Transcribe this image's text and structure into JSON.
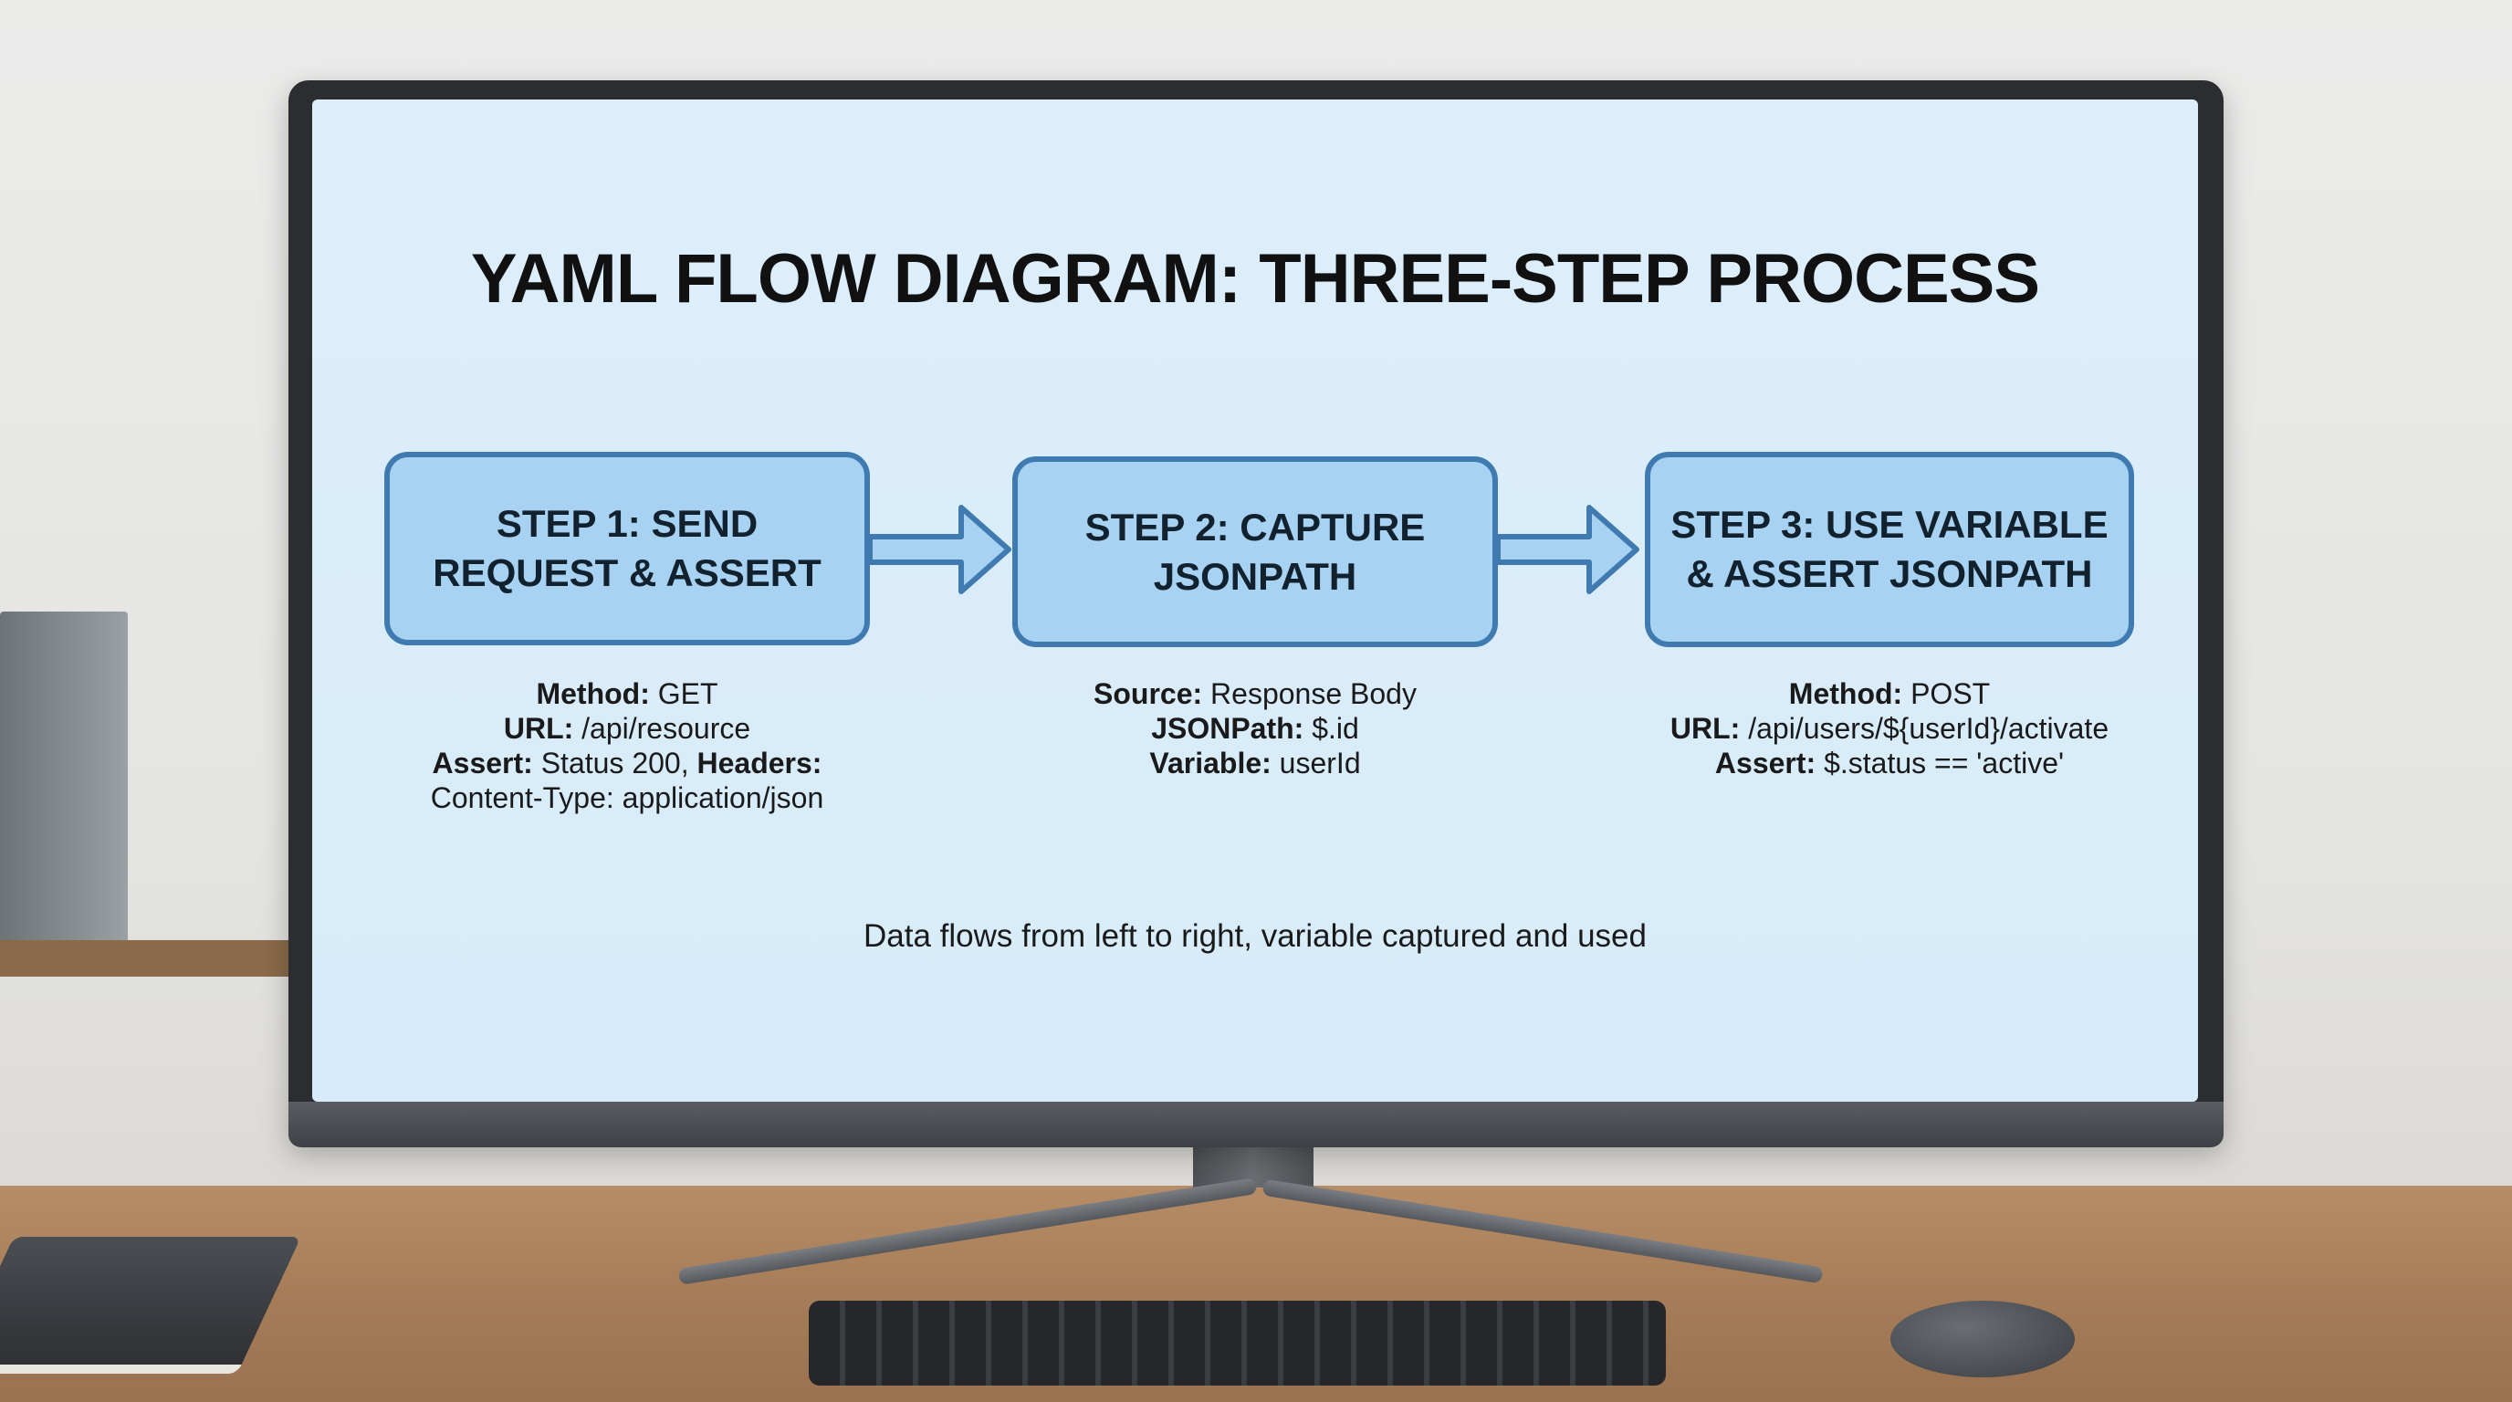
{
  "title": "YAML FLOW DIAGRAM: THREE-STEP PROCESS",
  "steps": [
    {
      "label_line1": "STEP 1: SEND",
      "label_line2": "REQUEST & ASSERT",
      "details": [
        {
          "key": "Method:",
          "value": " GET"
        },
        {
          "key": "URL:",
          "value": " /api/resource"
        },
        {
          "key": "Assert:",
          "value": " Status 200, ",
          "key2": "Headers:"
        },
        {
          "value": "Content-Type: application/json"
        }
      ]
    },
    {
      "label_line1": "STEP 2: CAPTURE",
      "label_line2": "JSONPATH",
      "details": [
        {
          "key": "Source:",
          "value": " Response Body"
        },
        {
          "key": "JSONPath:",
          "value": " $.id"
        },
        {
          "key": "Variable:",
          "value": " userId"
        }
      ]
    },
    {
      "label_line1": "STEP 3: USE VARIABLE",
      "label_line2": "& ASSERT JSONPATH",
      "details": [
        {
          "key": "Method:",
          "value": " POST"
        },
        {
          "key": "URL:",
          "value": " /api/users/${userId}/activate"
        },
        {
          "key": "Assert:",
          "value": " $.status == 'active'"
        }
      ]
    }
  ],
  "footer": "Data flows from left to right, variable captured and used",
  "colors": {
    "box_fill": "#a8d2f2",
    "box_border": "#3f7bb0",
    "screen_bg": "#ddeefb"
  }
}
